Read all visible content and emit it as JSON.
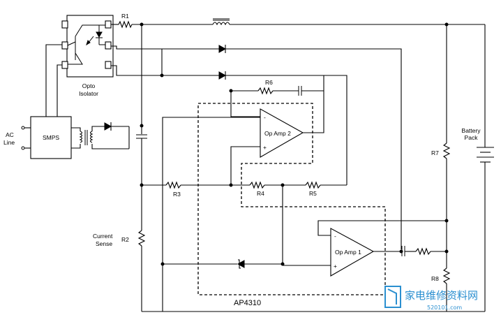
{
  "labels": {
    "r1": "R1",
    "r2": "R2",
    "r3": "R3",
    "r4": "R4",
    "r5": "R5",
    "r6": "R6",
    "r7": "R7",
    "r8": "R8",
    "opto_line1": "Opto",
    "opto_line2": "Isolator",
    "ac_line1": "AC",
    "ac_line2": "Line",
    "smps": "SMPS",
    "op_amp_2": "Op Amp 2",
    "op_amp_1": "Op Amp 1",
    "current_sense_line1": "Current",
    "current_sense_line2": "Sense",
    "battery_line1": "Battery",
    "battery_line2": "Pack",
    "ic_name": "AP4310",
    "minus": "-",
    "plus": "+"
  },
  "watermark": {
    "text": "家电维修资料网",
    "url": "520101.com",
    "color": "#2a8fd0"
  }
}
